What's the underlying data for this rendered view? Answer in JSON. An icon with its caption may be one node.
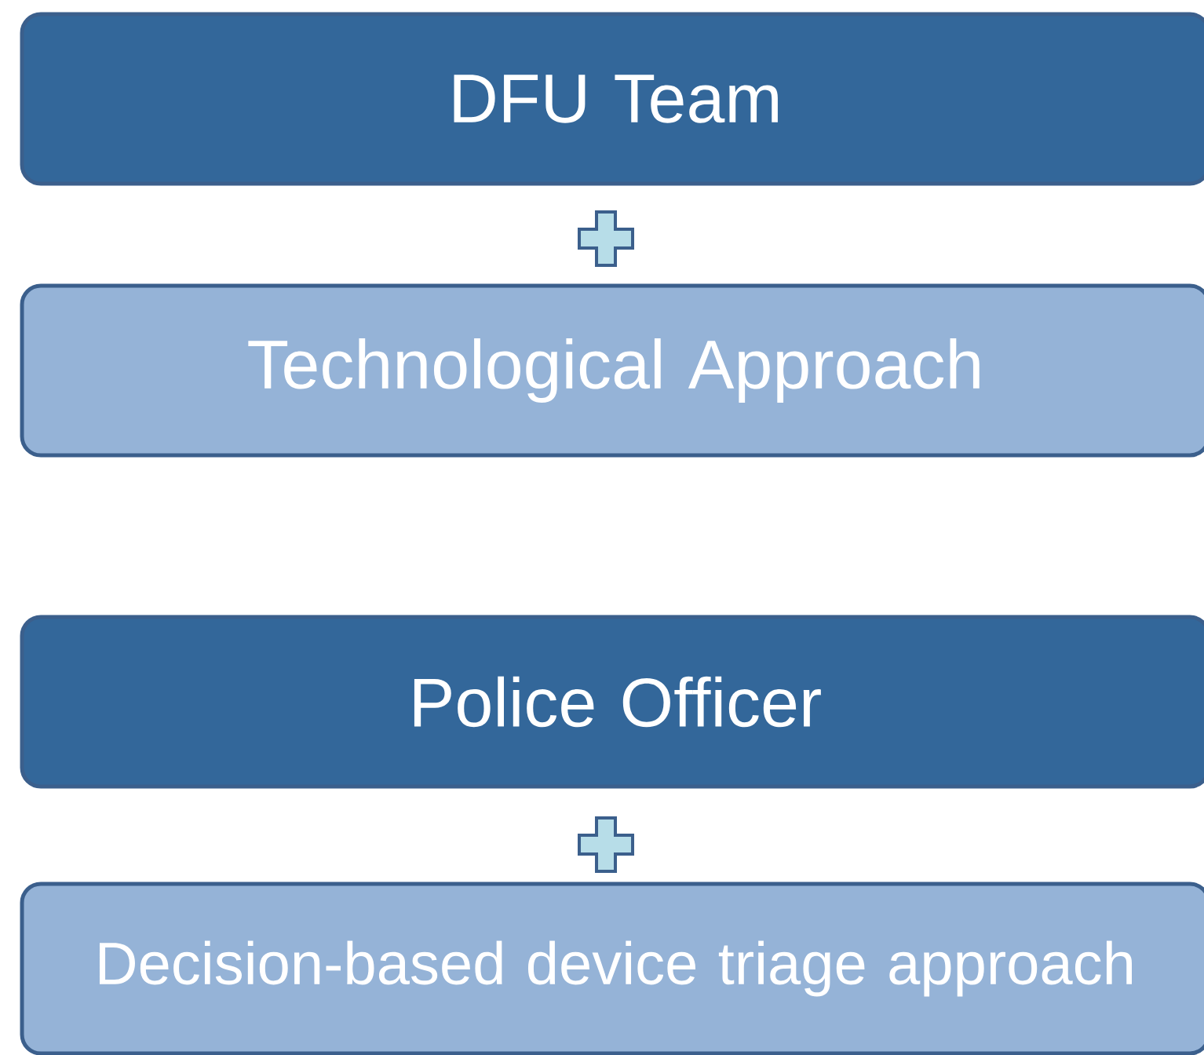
{
  "diagram": {
    "nodes": [
      {
        "text": [
          "DFU Team"
        ]
      },
      {
        "text": [
          "Technological Approach"
        ]
      },
      {
        "text": [
          "Police Officer"
        ]
      },
      {
        "text": [
          "Decision-based device triage approach"
        ]
      }
    ]
  }
}
